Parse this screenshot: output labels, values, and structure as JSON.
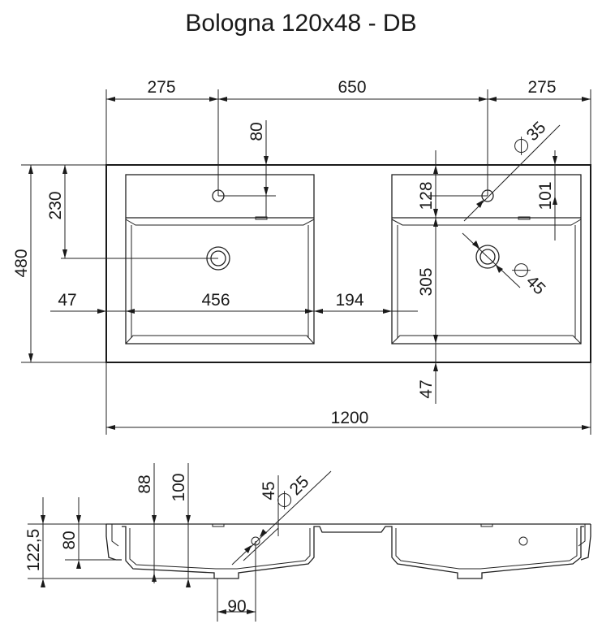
{
  "title": "Bologna 120x48 - DB",
  "dimensions": {
    "top_left": "275",
    "top_middle": "650",
    "top_right": "275",
    "tap_offset": "80",
    "tap_diameter": "35",
    "basin_upper_depth_left": "230",
    "total_depth": "480",
    "basin_upper_right": "128",
    "tap_from_back": "101",
    "basin_lower_right": "305",
    "drain_diameter": "45",
    "left_margin": "47",
    "basin_width": "456",
    "basin_gap": "194",
    "front_margin": "47",
    "total_width": "1200",
    "section_88": "88",
    "section_100": "100",
    "section_45": "45",
    "section_drain": "25",
    "section_height_outer": "122,5",
    "section_height_inner": "80",
    "section_90": "90"
  }
}
